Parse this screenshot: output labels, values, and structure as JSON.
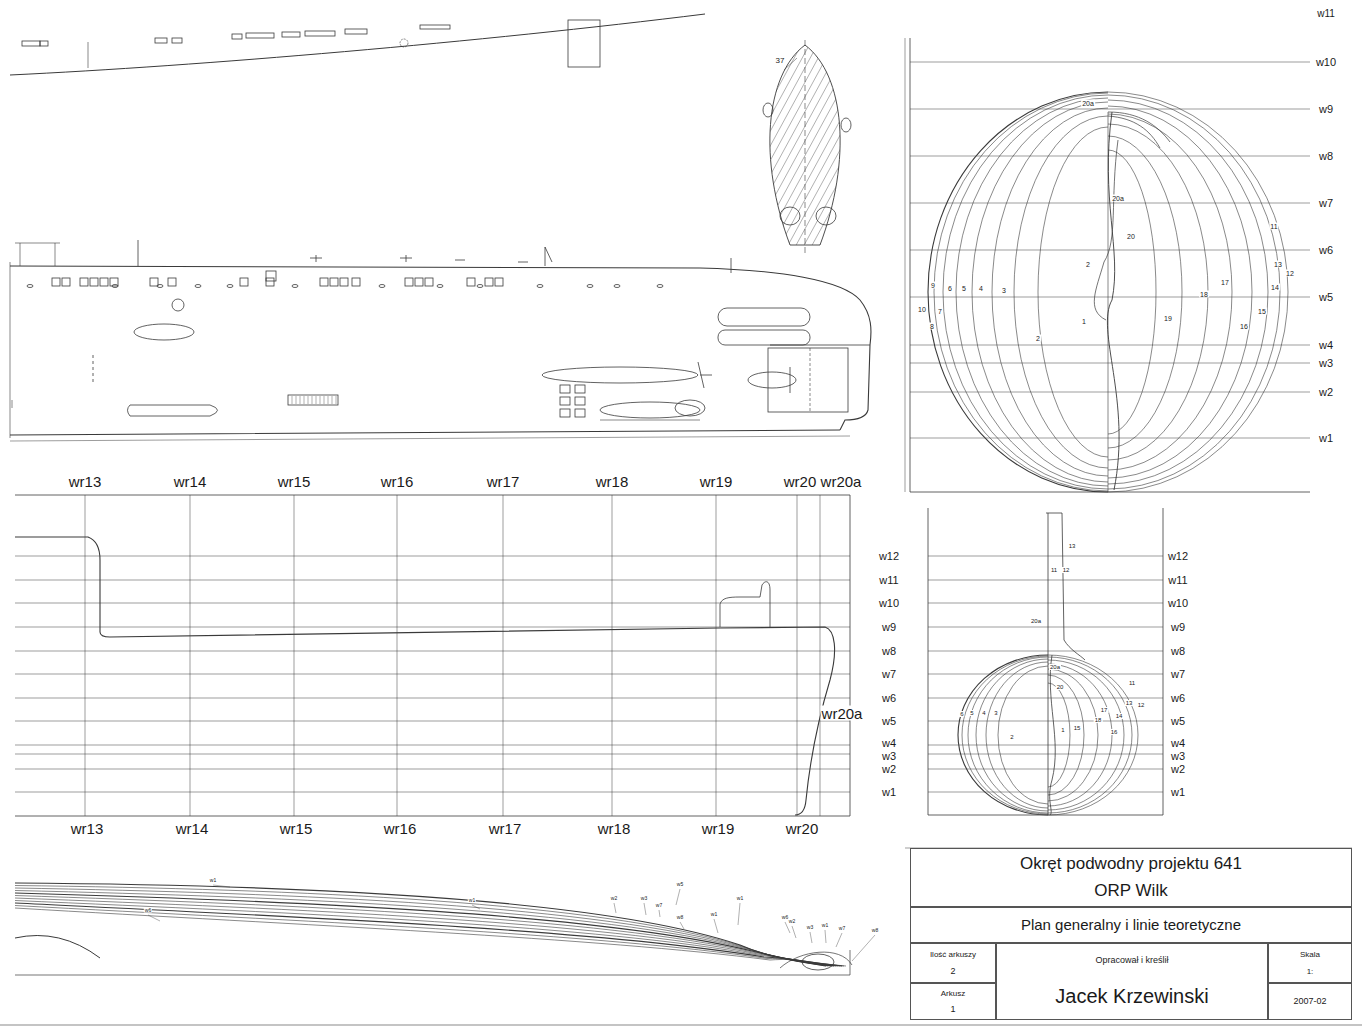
{
  "diagram": {
    "nodes": [
      {
        "text": [
          "Okręt podwodny projektu 641",
          "ORP Wilk"
        ]
      },
      {
        "text": [
          "Plan generalny i linie teoretyczne"
        ]
      },
      {
        "text": [
          "Ilość arkuszy",
          "2"
        ]
      },
      {
        "text": [
          "Opracował i kreślił",
          "Jacek Krzewinski"
        ]
      },
      {
        "text": [
          "Skala",
          "1:"
        ]
      },
      {
        "text": [
          "Arkusz",
          "1"
        ]
      },
      {
        "text": [
          "2007-02"
        ]
      }
    ],
    "labels": [
      "wr13",
      "wr14",
      "wr15",
      "wr16",
      "wr17",
      "wr18",
      "wr19",
      "wr20",
      "wr20a",
      "wr13",
      "wr14",
      "wr15",
      "wr16",
      "wr17",
      "wr18",
      "wr19",
      "wr20",
      "w12",
      "w11",
      "w10",
      "w9",
      "w8",
      "w7",
      "w6",
      "w5",
      "w4",
      "w3",
      "w2",
      "w1",
      "wr20a",
      "w11",
      "w10",
      "w9",
      "w8",
      "w7",
      "w6",
      "w5",
      "w4",
      "w3",
      "w2",
      "w1",
      "w12",
      "w11",
      "w10",
      "w9",
      "w8",
      "w7",
      "w6",
      "w5",
      "w4",
      "w3",
      "w2",
      "w1",
      "37",
      "20a",
      "20a",
      "20",
      "2",
      "1",
      "19",
      "18",
      "17",
      "16",
      "15",
      "14",
      "13",
      "12",
      "11",
      "10",
      "9",
      "8",
      "7",
      "6",
      "5",
      "4",
      "3",
      "2",
      "13",
      "11",
      "12",
      "20a",
      "20a",
      "20",
      "1",
      "2",
      "15",
      "17",
      "18",
      "16",
      "14",
      "13",
      "12",
      "11",
      "6",
      "5",
      "4",
      "3",
      "w1",
      "w6",
      "w1",
      "w2",
      "w3",
      "w5",
      "w7",
      "w8",
      "w1",
      "w1",
      "w6",
      "w2",
      "w3",
      "w1",
      "w7",
      "w8"
    ]
  }
}
